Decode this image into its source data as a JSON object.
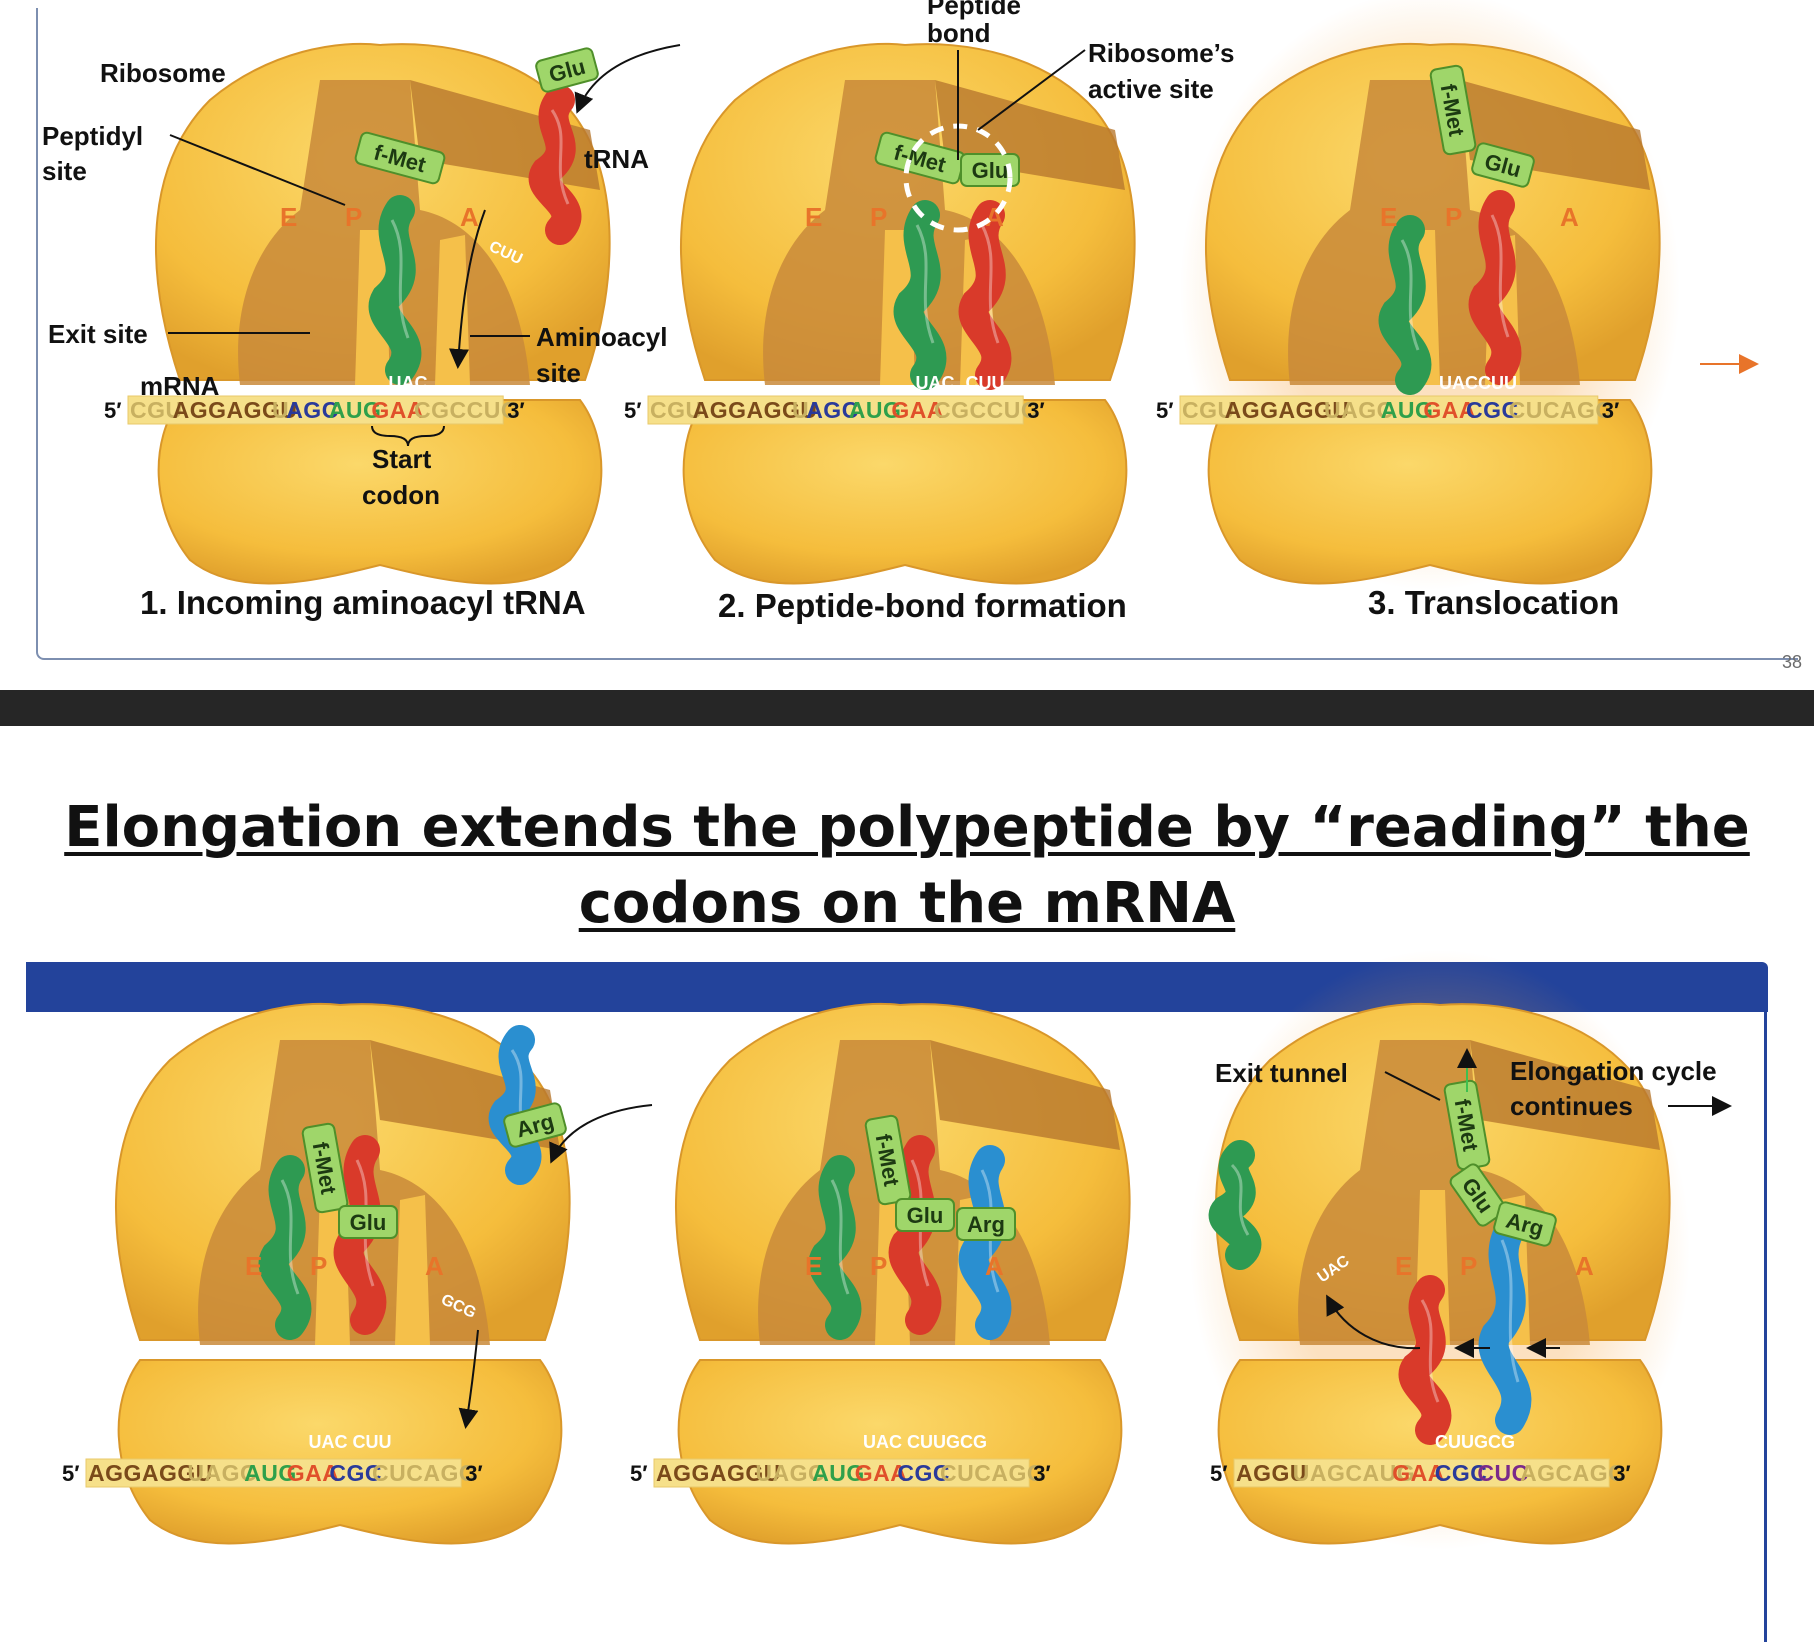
{
  "top_slide": {
    "labels": {
      "ribosome": "Ribosome",
      "peptidyl_site_1": "Peptidyl",
      "peptidyl_site_2": "site",
      "exit_site": "Exit site",
      "mrna": "mRNA",
      "trna": "tRNA",
      "aminoacyl_site_1": "Aminoacyl",
      "aminoacyl_site_2": "site",
      "start_codon_1": "Start",
      "start_codon_2": "codon",
      "peptide_bond_1": "Peptide",
      "peptide_bond_2": "bond",
      "active_site_1": "Ribosome’s",
      "active_site_2": "active site"
    },
    "site_letters": [
      "E",
      "P",
      "A"
    ],
    "amino_acids": {
      "fmet": "f-Met",
      "glu": "Glu",
      "arg": "Arg"
    },
    "anticodons": {
      "uac": "UAC",
      "cuu": "CUU",
      "gcg": "GCG",
      "uaccuu": "UACCUU"
    },
    "ends": {
      "five": "5′",
      "three": "3′"
    },
    "panels": [
      {
        "step_num": "1.",
        "step_label": "Incoming aminoacyl tRNA",
        "mrna": [
          {
            "text": "CGU",
            "color": "#c8b060"
          },
          {
            "text": "AGGAGGU",
            "color": "#7a4a1a"
          },
          {
            "text": "U",
            "color": "#c8b060"
          },
          {
            "text": "AGC",
            "color": "#2a3a9a"
          },
          {
            "text": "AUG",
            "color": "#2fa04a"
          },
          {
            "text": "GAA",
            "color": "#e0502a"
          },
          {
            "text": "CGCCUC",
            "color": "#c8b060"
          }
        ]
      },
      {
        "step_num": "2.",
        "step_label": "Peptide-bond formation",
        "mrna": [
          {
            "text": "CGU",
            "color": "#c8b060"
          },
          {
            "text": "AGGAGGU",
            "color": "#7a4a1a"
          },
          {
            "text": "U",
            "color": "#c8b060"
          },
          {
            "text": "AGC",
            "color": "#2a3a9a"
          },
          {
            "text": "AUG",
            "color": "#2fa04a"
          },
          {
            "text": "GAA",
            "color": "#e0502a"
          },
          {
            "text": "CGCCUC",
            "color": "#c8b060"
          }
        ]
      },
      {
        "step_num": "3.",
        "step_label": "Translocation",
        "mrna": [
          {
            "text": "CGU",
            "color": "#c8b060"
          },
          {
            "text": "AGGAGGU",
            "color": "#7a4a1a"
          },
          {
            "text": "UAGC",
            "color": "#c8b060"
          },
          {
            "text": "AUG",
            "color": "#2fa04a"
          },
          {
            "text": "GAA",
            "color": "#e0502a"
          },
          {
            "text": "CGC",
            "color": "#2a3a9a"
          },
          {
            "text": "CUCAGC",
            "color": "#c8b060"
          }
        ]
      }
    ],
    "page_number": "38"
  },
  "bottom_slide": {
    "heading_line1": "Elongation extends the polypeptide by “reading” the",
    "heading_line2": "codons on the mRNA",
    "labels": {
      "exit_tunnel": "Exit tunnel",
      "elongation_1": "Elongation cycle",
      "elongation_2": "continues"
    },
    "panels": [
      {
        "mrna": [
          {
            "text": "AGGAGGU",
            "color": "#7a4a1a"
          },
          {
            "text": "UAGC",
            "color": "#c8b060"
          },
          {
            "text": "AUG",
            "color": "#2fa04a"
          },
          {
            "text": "GAA",
            "color": "#e0502a"
          },
          {
            "text": "CGC",
            "color": "#2a3a9a"
          },
          {
            "text": "CUCAGC",
            "color": "#c8b060"
          }
        ]
      },
      {
        "mrna": [
          {
            "text": "AGGAGGU",
            "color": "#7a4a1a"
          },
          {
            "text": "UAGC",
            "color": "#c8b060"
          },
          {
            "text": "AUG",
            "color": "#2fa04a"
          },
          {
            "text": "GAA",
            "color": "#e0502a"
          },
          {
            "text": "CGC",
            "color": "#2a3a9a"
          },
          {
            "text": "CUCAGC",
            "color": "#c8b060"
          }
        ]
      },
      {
        "mrna": [
          {
            "text": "AGGU",
            "color": "#7a4a1a"
          },
          {
            "text": "UAGCAUG",
            "color": "#c8b060"
          },
          {
            "text": "GAA",
            "color": "#e0502a"
          },
          {
            "text": "CGC",
            "color": "#2a3a9a"
          },
          {
            "text": "CUC",
            "color": "#7a2a8a"
          },
          {
            "text": "AGCAGC",
            "color": "#c8b060"
          }
        ]
      }
    ]
  },
  "colors": {
    "ribosome": "#f7c544",
    "ribosome_dark": "#d99a2e",
    "channel": "#c98a3a",
    "trna_green": "#2e9a52",
    "trna_red": "#d93a2a",
    "trna_blue": "#2a8fd0",
    "aa_box": "#9fd66a",
    "header_blue": "#23439b",
    "site_letter": "#e8742a"
  }
}
